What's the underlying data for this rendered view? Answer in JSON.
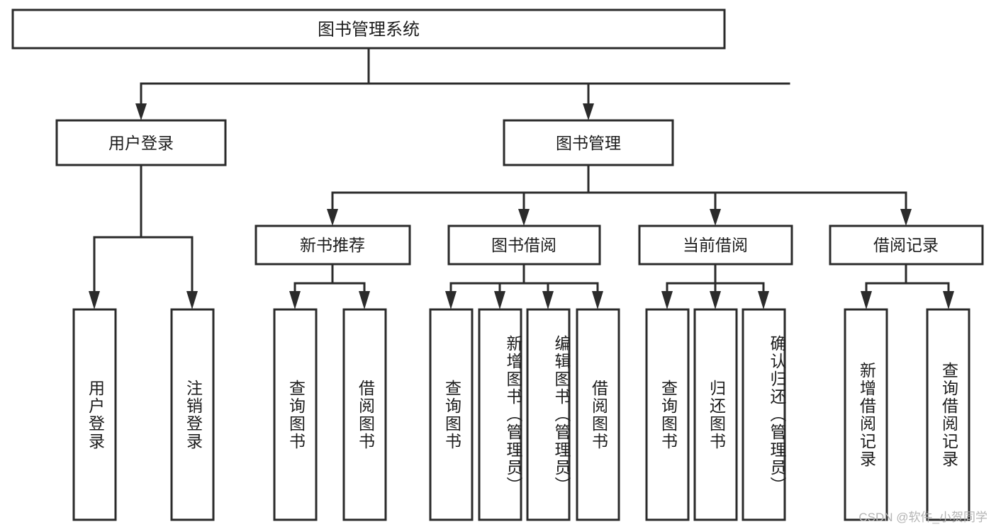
{
  "diagram": {
    "title": "图书管理系统",
    "type": "tree-hierarchy",
    "watermark": "CSDN @软件_小贺同学",
    "colors": {
      "box_fill": "#ffffff",
      "box_stroke": "#2b2b2b",
      "text": "#1c1c1c",
      "background": "#ffffff",
      "watermark": "#b4b4b4"
    },
    "levels": {
      "root": {
        "label": "图书管理系统"
      },
      "level2": [
        {
          "label": "用户登录"
        },
        {
          "label": "图书管理"
        }
      ],
      "level3": [
        {
          "label": "新书推荐"
        },
        {
          "label": "图书借阅"
        },
        {
          "label": "当前借阅"
        },
        {
          "label": "借阅记录"
        }
      ],
      "leaves": {
        "user_login": [
          {
            "label": "用户登录"
          },
          {
            "label": "注销登录"
          }
        ],
        "new_book_recommend": [
          {
            "label": "查询图书"
          },
          {
            "label": "借阅图书"
          }
        ],
        "book_borrow": [
          {
            "label": "查询图书"
          },
          {
            "label": "新增图书（管理员）"
          },
          {
            "label": "编辑图书（管理员）"
          },
          {
            "label": "借阅图书"
          }
        ],
        "current_borrow": [
          {
            "label": "查询图书"
          },
          {
            "label": "归还图书"
          },
          {
            "label": "确认归还（管理员）"
          }
        ],
        "borrow_record": [
          {
            "label": "新增借阅记录"
          },
          {
            "label": "查询借阅记录"
          }
        ]
      }
    }
  }
}
